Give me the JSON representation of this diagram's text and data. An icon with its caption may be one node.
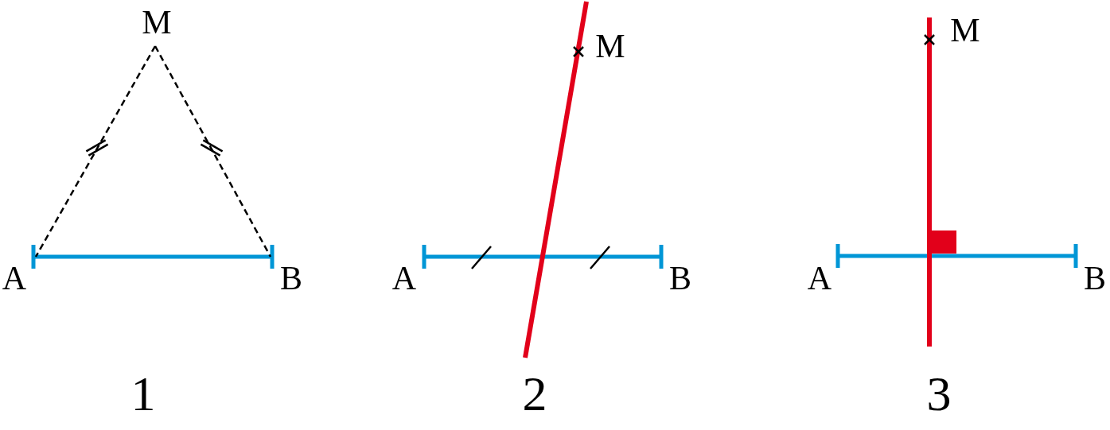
{
  "diagram": {
    "labels": [
      "M",
      "A",
      "B",
      "1",
      "M",
      "A",
      "B",
      "2",
      "M",
      "A",
      "B",
      "3"
    ]
  }
}
